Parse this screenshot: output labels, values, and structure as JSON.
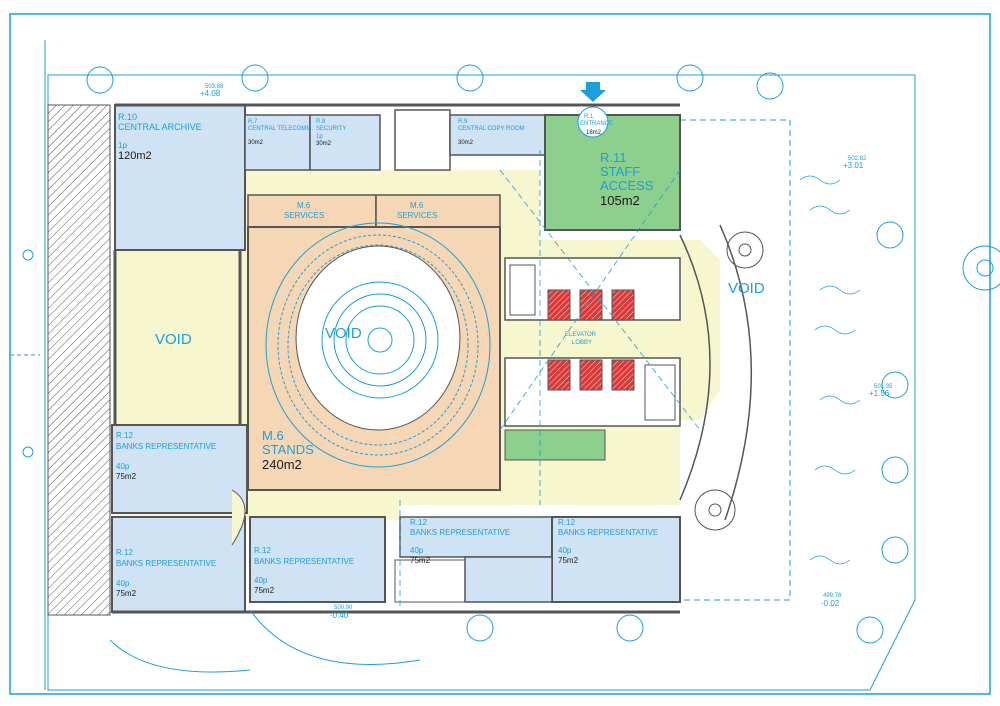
{
  "rooms": {
    "central_archive": {
      "code": "R.10",
      "name": "CENTRAL ARCHIVE",
      "persons": "1p",
      "area": "120m2"
    },
    "central_telecomm": {
      "code": "R.7",
      "name": "CENTRAL TELECOMM.",
      "area": "30m2"
    },
    "security": {
      "code": "R.8",
      "name": "SECURITY",
      "persons": "1p",
      "area": "30m2"
    },
    "copy_room": {
      "code": "R.9",
      "name": "CENTRAL COPY ROOM",
      "area": "30m2"
    },
    "entrance": {
      "code": "R.1",
      "name": "ENTRANCE",
      "area": "18m2"
    },
    "staff_access": {
      "code": "R.11",
      "name_line1": "STAFF",
      "name_line2": "ACCESS",
      "area": "105m2"
    },
    "services_left": {
      "code": "M.6",
      "name": "SERVICES"
    },
    "services_right": {
      "code": "M.6",
      "name": "SERVICES"
    },
    "stands": {
      "code": "M.6",
      "name": "STANDS",
      "area": "240m2"
    },
    "banks_west": {
      "code": "R.12",
      "name": "BANKS REPRESENTATIVE",
      "persons": "40p",
      "area": "75m2"
    },
    "banks_sw": {
      "code": "R.12",
      "name": "BANKS REPRESENTATIVE",
      "persons": "40p",
      "area": "75m2"
    },
    "banks_s1": {
      "code": "R.12",
      "name": "BANKS REPRESENTATIVE",
      "persons": "40p",
      "area": "75m2"
    },
    "banks_s2": {
      "code": "R.12",
      "name": "BANKS REPRESENTATIVE",
      "persons": "40p",
      "area": "75m2"
    },
    "banks_s3": {
      "code": "R.12",
      "name": "BANKS REPRESENTATIVE",
      "persons": "40p",
      "area": "75m2"
    }
  },
  "voids": {
    "west": "VOID",
    "central": "VOID",
    "east": "VOID"
  },
  "elevator_lobby": {
    "line1": "ELEVATOR",
    "line2": "LOBBY"
  },
  "levels": {
    "north": {
      "abs": "503.88",
      "rel": "+4.08"
    },
    "east_top": {
      "abs": "502.82",
      "rel": "+3.01"
    },
    "east_mid": {
      "abs": "501.35",
      "rel": "+1.56"
    },
    "south": {
      "abs": "500.90",
      "rel": "-0.40"
    },
    "south_east": {
      "abs": "499.76",
      "rel": "-0.02"
    }
  },
  "colors": {
    "line": "#1aa0dc",
    "wall": "#7a7a7a",
    "blue_room": "#cfe3f5",
    "orange_room": "#f6d7b5",
    "green_room": "#8dcf8d",
    "yellow_circ": "#f7f7cf",
    "elevator": "#d93b3b"
  }
}
